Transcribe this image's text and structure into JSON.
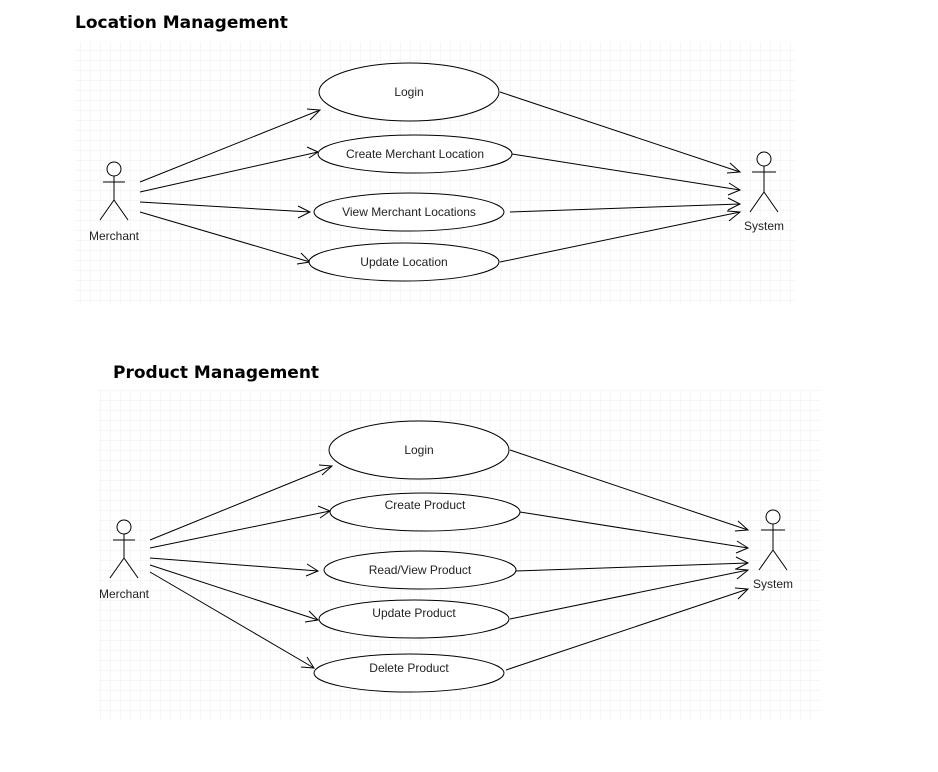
{
  "diagrams": [
    {
      "title": "Location Management",
      "left_actor": "Merchant",
      "right_actor": "System",
      "use_cases": [
        "Login",
        "Create Merchant Location",
        "View Merchant Locations",
        "Update Location"
      ]
    },
    {
      "title": "Product Management",
      "left_actor": "Merchant",
      "right_actor": "System",
      "use_cases": [
        "Login",
        "Create Product",
        "Read/View Product",
        "Update Product",
        "Delete Product"
      ]
    }
  ],
  "colors": {
    "grid": "#eeeeee",
    "stroke": "#000000",
    "ellipse_fill": "#ffffff",
    "title": "#000000"
  }
}
